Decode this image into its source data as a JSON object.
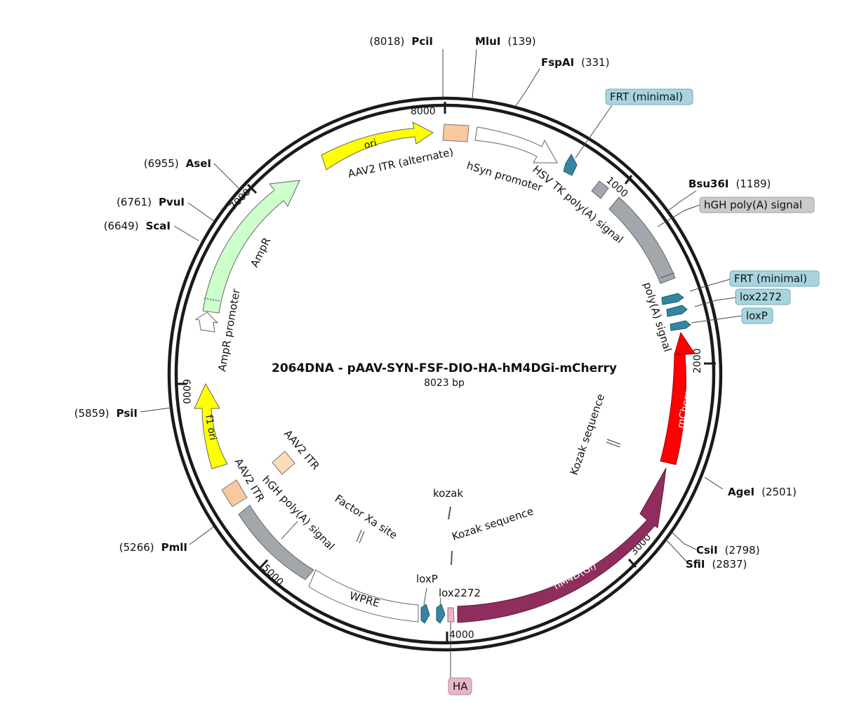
{
  "map": {
    "title": "2064DNA - pAAV-SYN-FSF-DIO-HA-hM4DGi-mCherry",
    "length_label": "8023 bp",
    "ticks": [
      "1000",
      "2000",
      "3000",
      "4000",
      "5000",
      "6000",
      "7000",
      "8000"
    ]
  },
  "sites": [
    {
      "name": "PciI",
      "pos": "(8018)"
    },
    {
      "name": "MluI",
      "pos": "(139)"
    },
    {
      "name": "FspAI",
      "pos": "(331)"
    },
    {
      "name": "Bsu36I",
      "pos": "(1189)"
    },
    {
      "name": "AgeI",
      "pos": "(2501)"
    },
    {
      "name": "CsiI",
      "pos": "(2798)"
    },
    {
      "name": "SfiI",
      "pos": "(2837)"
    },
    {
      "name": "PmlI",
      "pos": "(5266)"
    },
    {
      "name": "PsiI",
      "pos": "(5859)"
    },
    {
      "name": "ScaI",
      "pos": "(6649)"
    },
    {
      "name": "PvuI",
      "pos": "(6761)"
    },
    {
      "name": "AseI",
      "pos": "(6955)"
    }
  ],
  "callouts": [
    {
      "label": "FRT (minimal)",
      "fill": "#a8d4de"
    },
    {
      "label": "hGH poly(A) signal",
      "fill": "#c8cacc"
    },
    {
      "label": "FRT (minimal)",
      "fill": "#a8d4de"
    },
    {
      "label": "lox2272",
      "fill": "#a8d4de"
    },
    {
      "label": "loxP",
      "fill": "#a8d4de"
    },
    {
      "label": "HA",
      "fill": "#e7b7c8"
    }
  ],
  "features": {
    "ori": "ori",
    "itr_alt": "AAV2 ITR (alternate)",
    "hsyn": "hSyn promoter",
    "hsv": "HSV TK poly(A) signal",
    "polya": "poly(A) signal",
    "mcherry": "mCherry",
    "kozak_seq_right": "Kozak sequence",
    "hm4d": "hM4D(Gi)",
    "kozak": "kozak",
    "kozak_seq": "Kozak sequence",
    "factor_xa": "Factor Xa site",
    "loxp": "loxP",
    "lox2272": "lox2272",
    "wpre": "WPRE",
    "hgh_left": "hGH poly(A) signal",
    "itr1": "AAV2 ITR",
    "itr2": "AAV2 ITR",
    "f1ori": "f1 ori",
    "amp_promoter": "AmpR promoter",
    "ampr": "AmpR"
  },
  "colors": {
    "ori": "#ffff00",
    "itr": "#f9c89f",
    "itr_light": "#fbdcb8",
    "promoter": "#ffffff",
    "polya": "#a2a7ae",
    "recomb": "#3585a1",
    "mcherry": "#ff0000",
    "hm4d": "#8e2d5e",
    "ampr": "#ccffcc",
    "f1ori": "#ffff00",
    "ha": "#e7b7c8"
  }
}
